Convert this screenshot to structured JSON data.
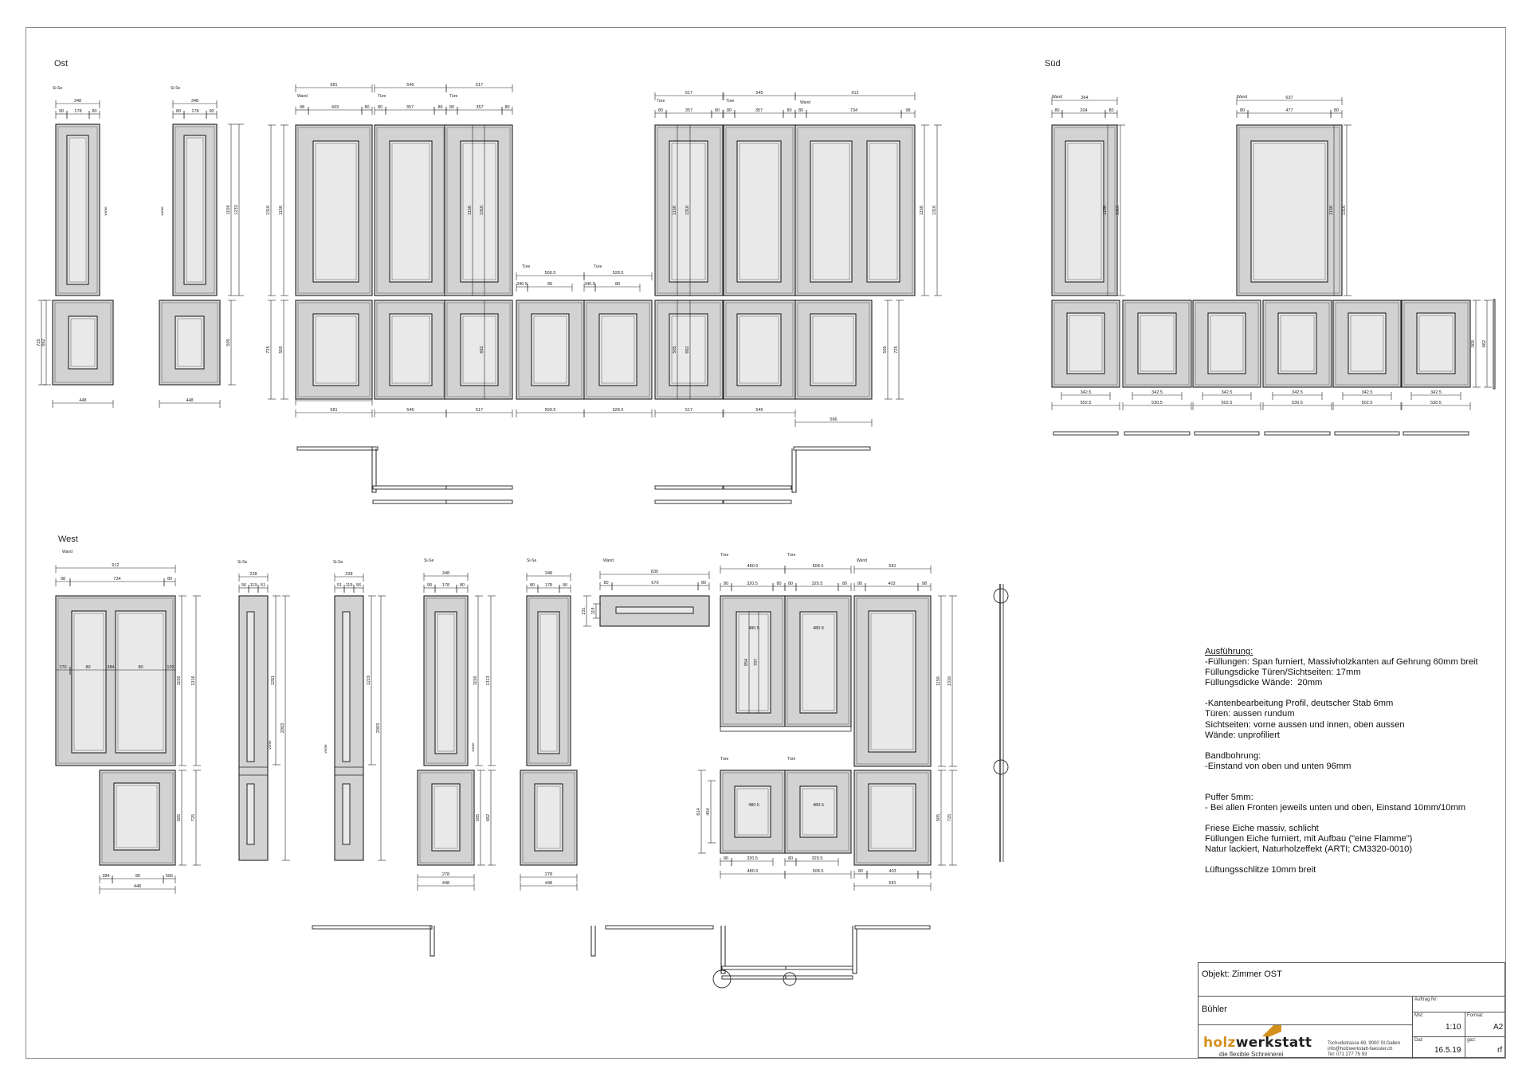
{
  "views": {
    "ost": "Ost",
    "sued": "Süd",
    "west": "West"
  },
  "notes": [
    {
      "text": "Ausführung:",
      "head": true
    },
    {
      "text": "-Füllungen: Span furniert, Massivholzkanten auf Gehrung 60mm breit"
    },
    {
      "text": "Füllungsdicke Türen/Sichtseiten: 17mm"
    },
    {
      "text": "Füllungsdicke Wände:  20mm"
    },
    {
      "text": ""
    },
    {
      "text": "-Kantenbearbeitung Profil, deutscher Stab 6mm"
    },
    {
      "text": "Türen: aussen rundum"
    },
    {
      "text": "Sichtseiten: vorne aussen und innen, oben aussen"
    },
    {
      "text": "Wände: unprofiliert"
    },
    {
      "text": ""
    },
    {
      "text": "Bandbohrung:"
    },
    {
      "text": "-Einstand von oben und unten 96mm"
    },
    {
      "text": ""
    },
    {
      "text": ""
    },
    {
      "text": "Puffer 5mm:"
    },
    {
      "text": "- Bei allen Fronten jeweils unten und oben, Einstand 10mm/10mm"
    },
    {
      "text": ""
    },
    {
      "text": "Friese Eiche massiv, schlicht"
    },
    {
      "text": "Füllungen Eiche furniert, mit Aufbau (\"eine Flamme\")"
    },
    {
      "text": "Natur lackiert, Naturholzeffekt (ARTI; CM3320-0010)"
    },
    {
      "text": ""
    },
    {
      "text": "Lüftungsschlitze 10mm breit"
    }
  ],
  "title_block": {
    "objekt": "Objekt: Zimmer OST",
    "kunde": "Bühler",
    "auftrag_label": "Auftrag Nr:",
    "mst_label": "Mst:",
    "mst_value": "1:10",
    "format_label": "Format:",
    "format_value": "A2",
    "dat_label": "Dat:",
    "dat_value": "16.5.19",
    "gez_label": "gez:",
    "gez_value": "rf",
    "logo_holz": "holz",
    "logo_werkstatt": "werkstatt",
    "logo_sub": "die flexible Schreinerei",
    "address": [
      "Tschudistrasse 69, 9000 St.Gallen",
      "info@holzwerkstatt-faessler.ch",
      "Tel: 071 277 75 93"
    ]
  },
  "drawing": {
    "ost_top_dims": [
      "348",
      "348",
      "581",
      "545",
      "517",
      "517",
      "545",
      "912"
    ],
    "ost_bottom_dims": [
      "448",
      "448",
      "581",
      "545",
      "517",
      "500.5",
      "528.5",
      "517",
      "545",
      "566"
    ],
    "ost_small_dims": [
      "90",
      "178",
      "80",
      "80",
      "178",
      "90",
      "98",
      "403",
      "80",
      "80",
      "357",
      "80",
      "80",
      "357",
      "80",
      "80",
      "357",
      "80",
      "80",
      "357",
      "80",
      "80",
      "734",
      "98",
      "340.5",
      "80",
      "340.5",
      "80"
    ],
    "ost_height_dims": [
      "1156",
      "1233",
      "1316",
      "1156",
      "1316",
      "1156",
      "1316",
      "662",
      "725",
      "505",
      "505",
      "662",
      "505",
      "662",
      "725"
    ],
    "ost_labels": [
      "Si-Se",
      "Si-Se",
      "Wand",
      "Türe",
      "Türe",
      "Türe",
      "Türe",
      "Türe",
      "Türe",
      "Wand",
      "vorne",
      "vorne"
    ],
    "sued_dims": [
      "364",
      "637",
      "80",
      "204",
      "80",
      "80",
      "477",
      "80",
      "502.5",
      "530.5",
      "502.5",
      "530.5",
      "502.5",
      "530.5",
      "342.5",
      "342.5",
      "342.5",
      "342.5",
      "342.5",
      "342.5"
    ],
    "sued_heights": [
      "1156",
      "1316",
      "1156",
      "1316",
      "505",
      "662"
    ],
    "west_dims": [
      "912",
      "228",
      "228",
      "348",
      "348",
      "830",
      "480.5",
      "508.5",
      "581",
      "98",
      "734",
      "80",
      "56",
      "119",
      "51",
      "51",
      "119",
      "56",
      "90",
      "178",
      "80",
      "80",
      "178",
      "90",
      "80",
      "670",
      "80",
      "80",
      "320.5",
      "80",
      "80",
      "320.5",
      "80",
      "80",
      "403",
      "98",
      "270",
      "80",
      "384",
      "80",
      "102",
      "384",
      "80",
      "566",
      "448",
      "448",
      "480.5",
      "508.5",
      "581",
      "90",
      "278",
      "80"
    ],
    "west_heights": [
      "1156",
      "1316",
      "1261",
      "2003",
      "1219",
      "2003",
      "1156",
      "1313",
      "505",
      "725",
      "505",
      "505",
      "505",
      "662",
      "954",
      "797",
      "1156",
      "1316",
      "454",
      "614",
      "505",
      "725",
      "231",
      "119"
    ],
    "west_labels": [
      "Wand",
      "Si-Se",
      "Si-Se",
      "Si-Se",
      "Si-Se",
      "Wand",
      "Türe",
      "Türe",
      "Wand",
      "Türe",
      "Türe",
      "vorne",
      "vorne",
      "vorne"
    ]
  }
}
